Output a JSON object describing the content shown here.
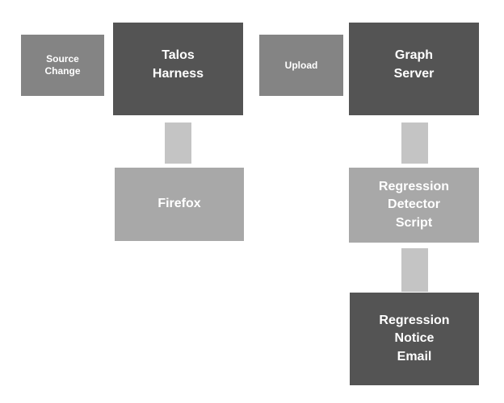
{
  "diagram": {
    "type": "flowchart",
    "background": "#ffffff",
    "text_color": "#ffffff",
    "colors": {
      "dark_node": "#545454",
      "medium_node": "#848484",
      "light_node": "#a8a8a8",
      "connector": "#c4c4c4"
    },
    "nodes": {
      "source_change": {
        "label": "Source\nChange"
      },
      "talos_harness": {
        "label": "Talos\nHarness"
      },
      "upload": {
        "label": "Upload"
      },
      "graph_server": {
        "label": "Graph\nServer"
      },
      "firefox": {
        "label": "Firefox"
      },
      "regression_detector_script": {
        "label": "Regression\nDetector\nScript"
      },
      "regression_notice_email": {
        "label": "Regression\nNotice\nEmail"
      }
    },
    "connectors": [
      {
        "from": "talos_harness",
        "to": "firefox"
      },
      {
        "from": "graph_server",
        "to": "regression_detector_script"
      },
      {
        "from": "regression_detector_script",
        "to": "regression_notice_email"
      }
    ]
  }
}
